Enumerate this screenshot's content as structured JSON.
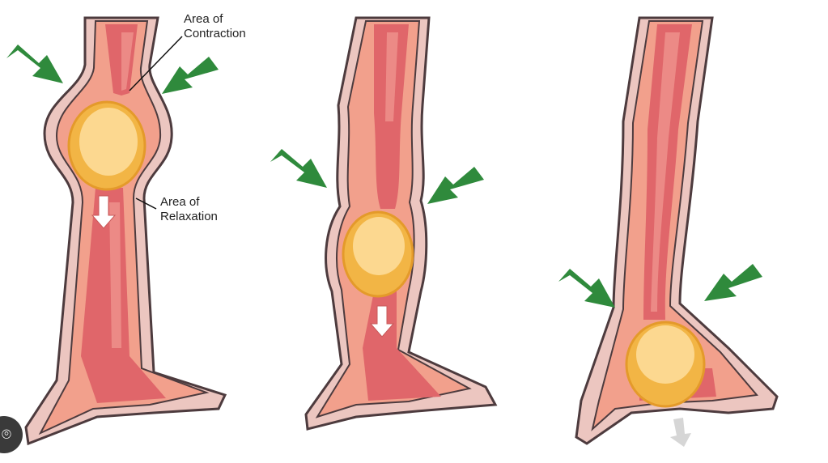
{
  "labels": {
    "contraction_line1": "Area of",
    "contraction_line2": "Contraction",
    "relaxation_line1": "Area of",
    "relaxation_line2": "Relaxation"
  },
  "colors": {
    "outer_wall": "#ecc6c0",
    "muscle": "#f2a08c",
    "lumen": "#e0666a",
    "lumen_light": "#ec8a86",
    "outline": "#4d3b3e",
    "bolus": "#f2b545",
    "bolus_light": "#fcd890",
    "pressure_arrow": "#2f8a3c",
    "motion_arrow": "#ffffff",
    "faded_arrow": "#d6d6d6"
  },
  "stages": [
    {
      "name": "stage-1",
      "bolus_position": "upper"
    },
    {
      "name": "stage-2",
      "bolus_position": "middle"
    },
    {
      "name": "stage-3",
      "bolus_position": "lower"
    }
  ]
}
